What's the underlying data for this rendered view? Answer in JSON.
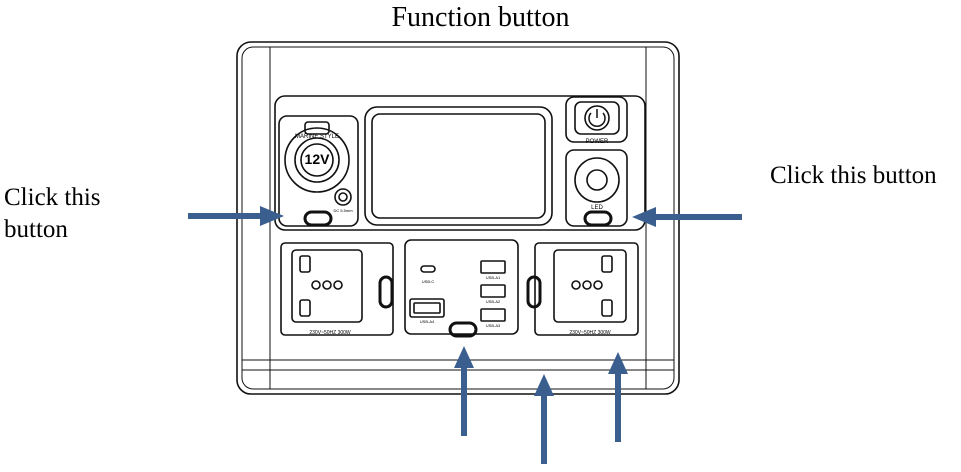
{
  "title": "Function button",
  "left_callout": "Click this button",
  "right_callout": "Click this button",
  "device": {
    "car_port_label": "12V",
    "car_port_ring_text": "MARINE STYLE",
    "power_label": "POWER",
    "led_label": "LED",
    "usb_c_label": "USB-C",
    "usb_labels": [
      "USB-A1",
      "USB-A2",
      "USB-A3"
    ],
    "usb_left_label": "USB-A4",
    "ac_left_label": "230V~50HZ 300W",
    "ac_right_label": "230V~50HZ 300W",
    "dc_label": "DC 5.5mm"
  },
  "colors": {
    "arrow": "#3a5f8f",
    "outline": "#111111"
  }
}
